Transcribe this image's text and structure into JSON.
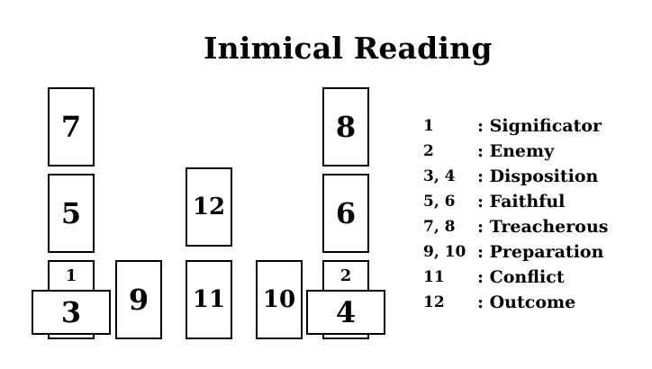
{
  "title": "Inimical Reading",
  "cards": {
    "c1": "1",
    "c2": "2",
    "c3": "3",
    "c4": "4",
    "c5": "5",
    "c6": "6",
    "c7": "7",
    "c8": "8",
    "c9": "9",
    "c10": "10",
    "c11": "11",
    "c12": "12"
  },
  "legend": [
    {
      "num": "1",
      "label": ": Significator"
    },
    {
      "num": "2",
      "label": ": Enemy"
    },
    {
      "num": "3, 4",
      "label": ": Disposition"
    },
    {
      "num": "5, 6",
      "label": ": Faithful"
    },
    {
      "num": "7, 8",
      "label": ": Treacherous"
    },
    {
      "num": "9, 10",
      "label": ": Preparation"
    },
    {
      "num": "11",
      "label": ": Conflict"
    },
    {
      "num": "12",
      "label": ": Outcome"
    }
  ]
}
